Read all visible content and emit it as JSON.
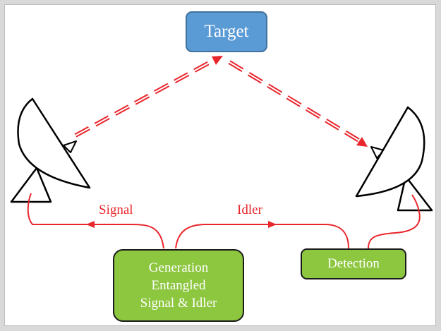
{
  "diagram": {
    "target_label": "Target",
    "generation_lines": [
      "Generation",
      "Entangled",
      "Signal & Idler"
    ],
    "detection_label": "Detection",
    "signal_label": "Signal",
    "idler_label": "Idler"
  },
  "colors": {
    "target_fill": "#5b9bd5",
    "box_fill": "#8dc63f",
    "beam": "#e8262c"
  },
  "icons": [
    "transmitter-dish-icon",
    "receiver-dish-icon"
  ]
}
